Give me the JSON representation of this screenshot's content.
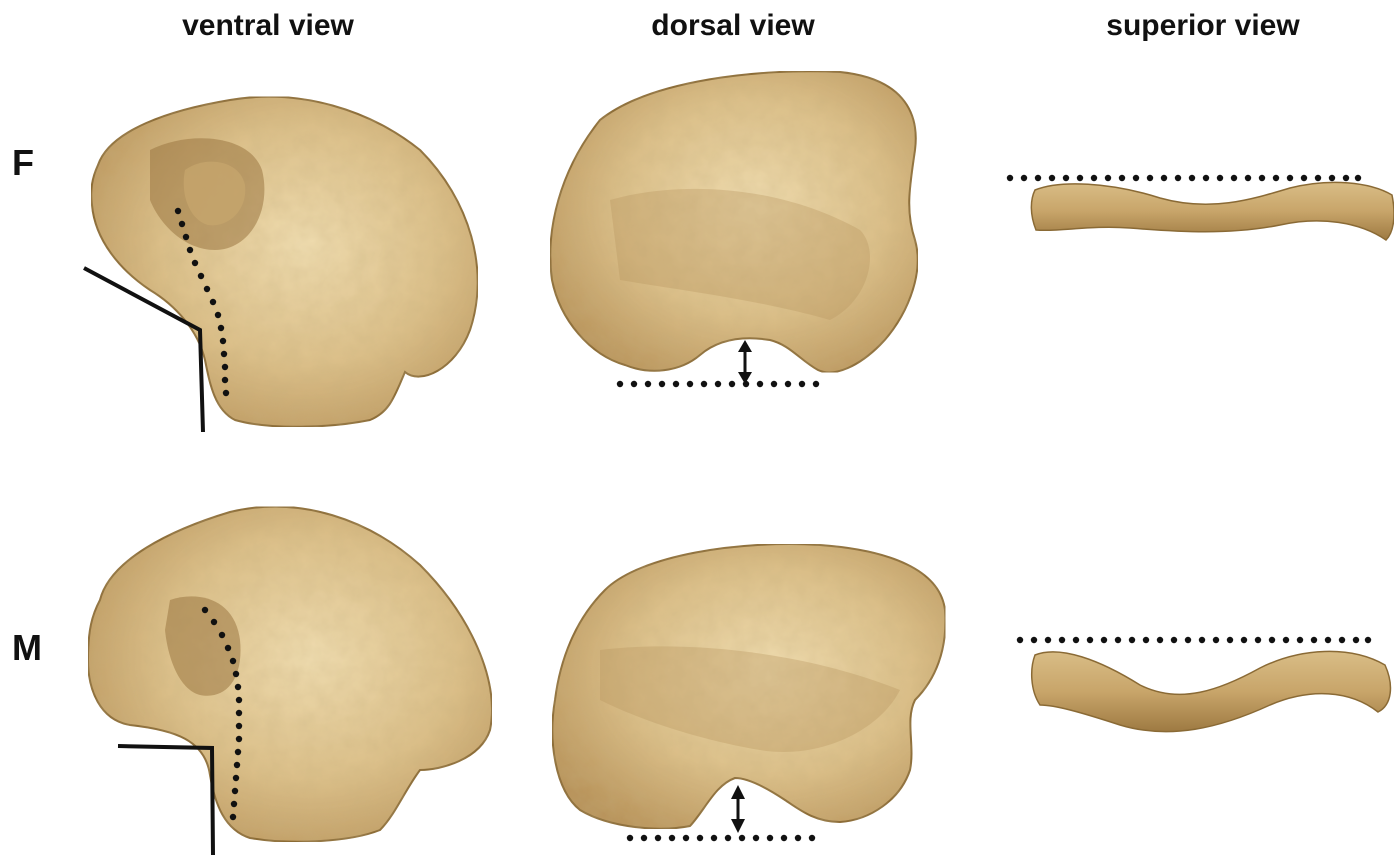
{
  "columns": {
    "ventral": "ventral view",
    "dorsal": "dorsal view",
    "superior": "superior view"
  },
  "rows": {
    "female": "F",
    "male": "M"
  },
  "colors": {
    "bone_base": "#dcc08a",
    "bone_light": "#ead4a2",
    "bone_dark": "#b08a52",
    "bone_edge": "#8a6a35",
    "marker": "#111111"
  }
}
